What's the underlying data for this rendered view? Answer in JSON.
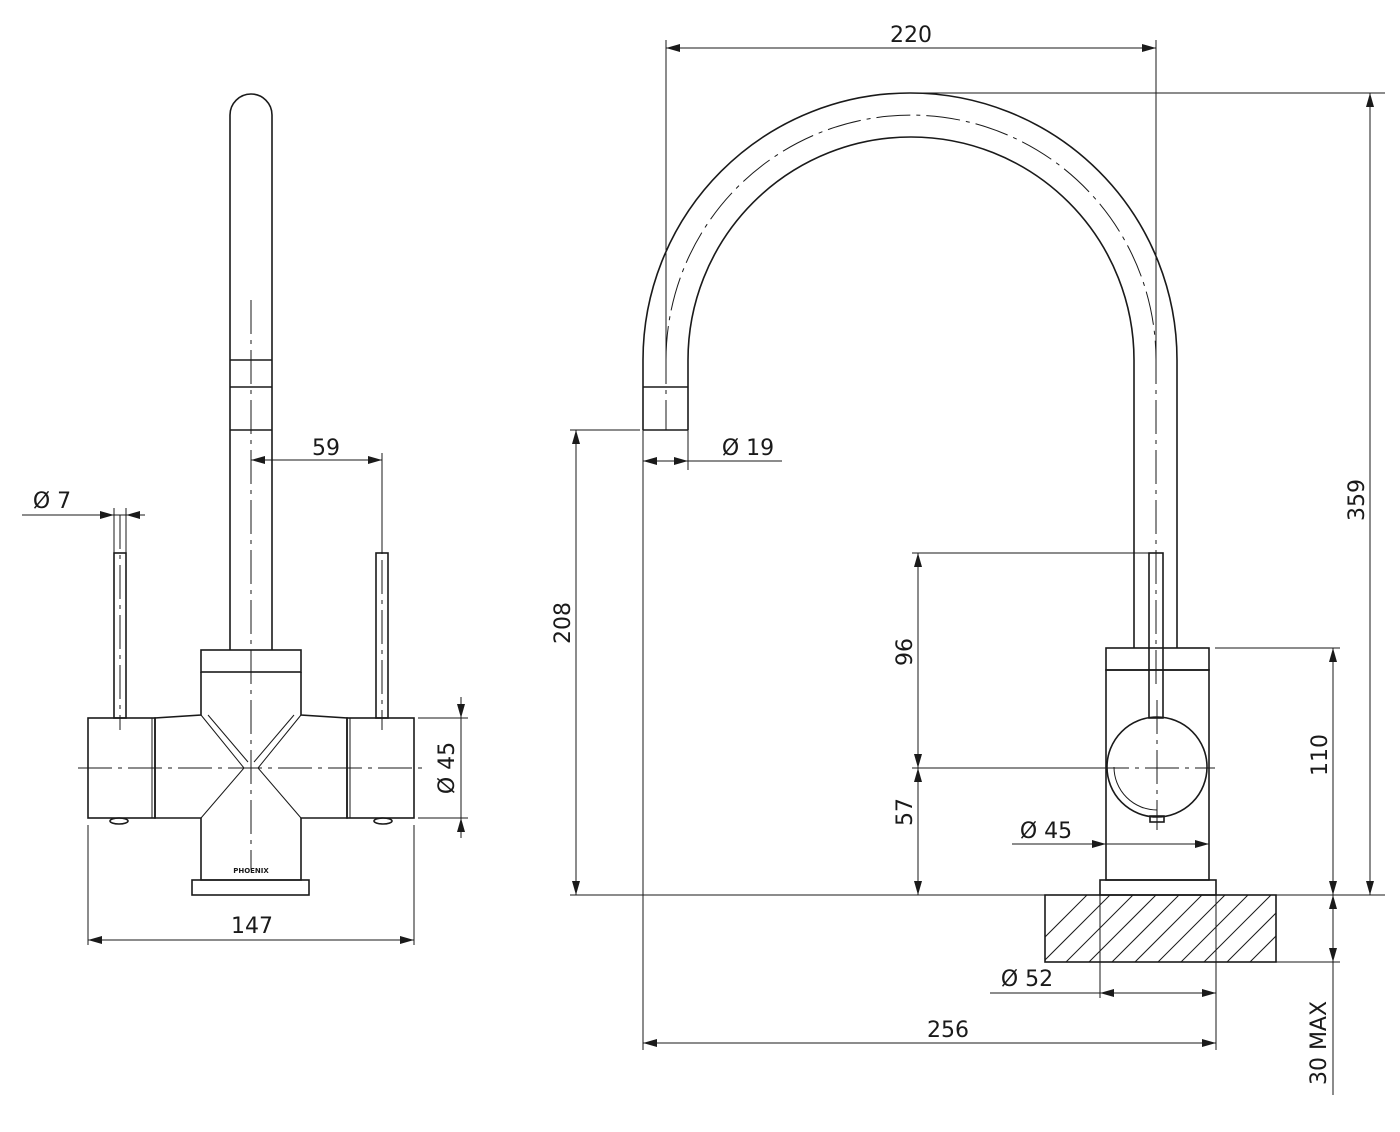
{
  "front_view": {
    "dimensions": {
      "lever_diameter": "Ø 7",
      "lever_offset": "59",
      "body_diameter": "Ø 45",
      "overall_width": "147"
    },
    "brand_mark": "PHOENIX"
  },
  "side_view": {
    "dimensions": {
      "spout_reach": "220",
      "overall_height": "359",
      "spout_diameter": "Ø 19",
      "spout_outlet_height": "208",
      "lever_height": "96",
      "lever_axis_height": "57",
      "body_height": "110",
      "body_diameter": "Ø 45",
      "base_diameter": "Ø 52",
      "overall_depth": "256",
      "bench_thickness": "30 MAX"
    }
  }
}
